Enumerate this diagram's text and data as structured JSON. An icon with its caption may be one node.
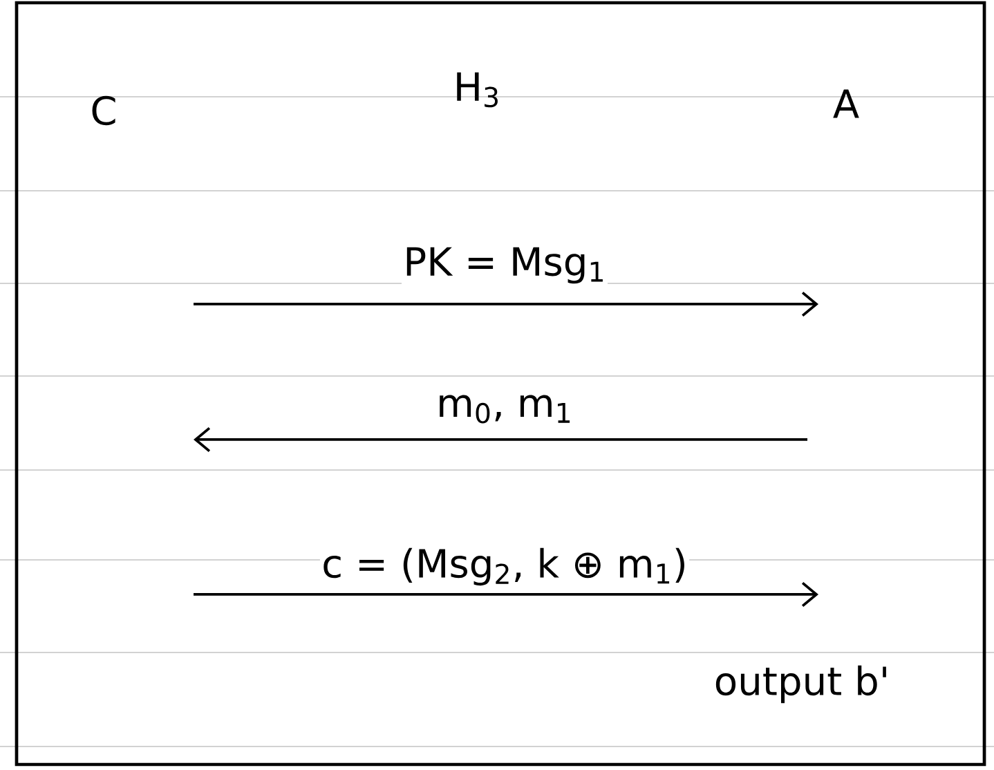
{
  "diagram": {
    "nodes": [
      {
        "text": [
          "C"
        ]
      },
      {
        "text": [
          "H$_{3}$"
        ]
      },
      {
        "text": [
          "A"
        ]
      }
    ],
    "labels": [
      "PK = Msg$_{1}$",
      "m$_{0}$, m$_{1}$",
      "c = (Msg$_{2}$, k ⊕ m$_{1}$)",
      "output b'"
    ]
  }
}
